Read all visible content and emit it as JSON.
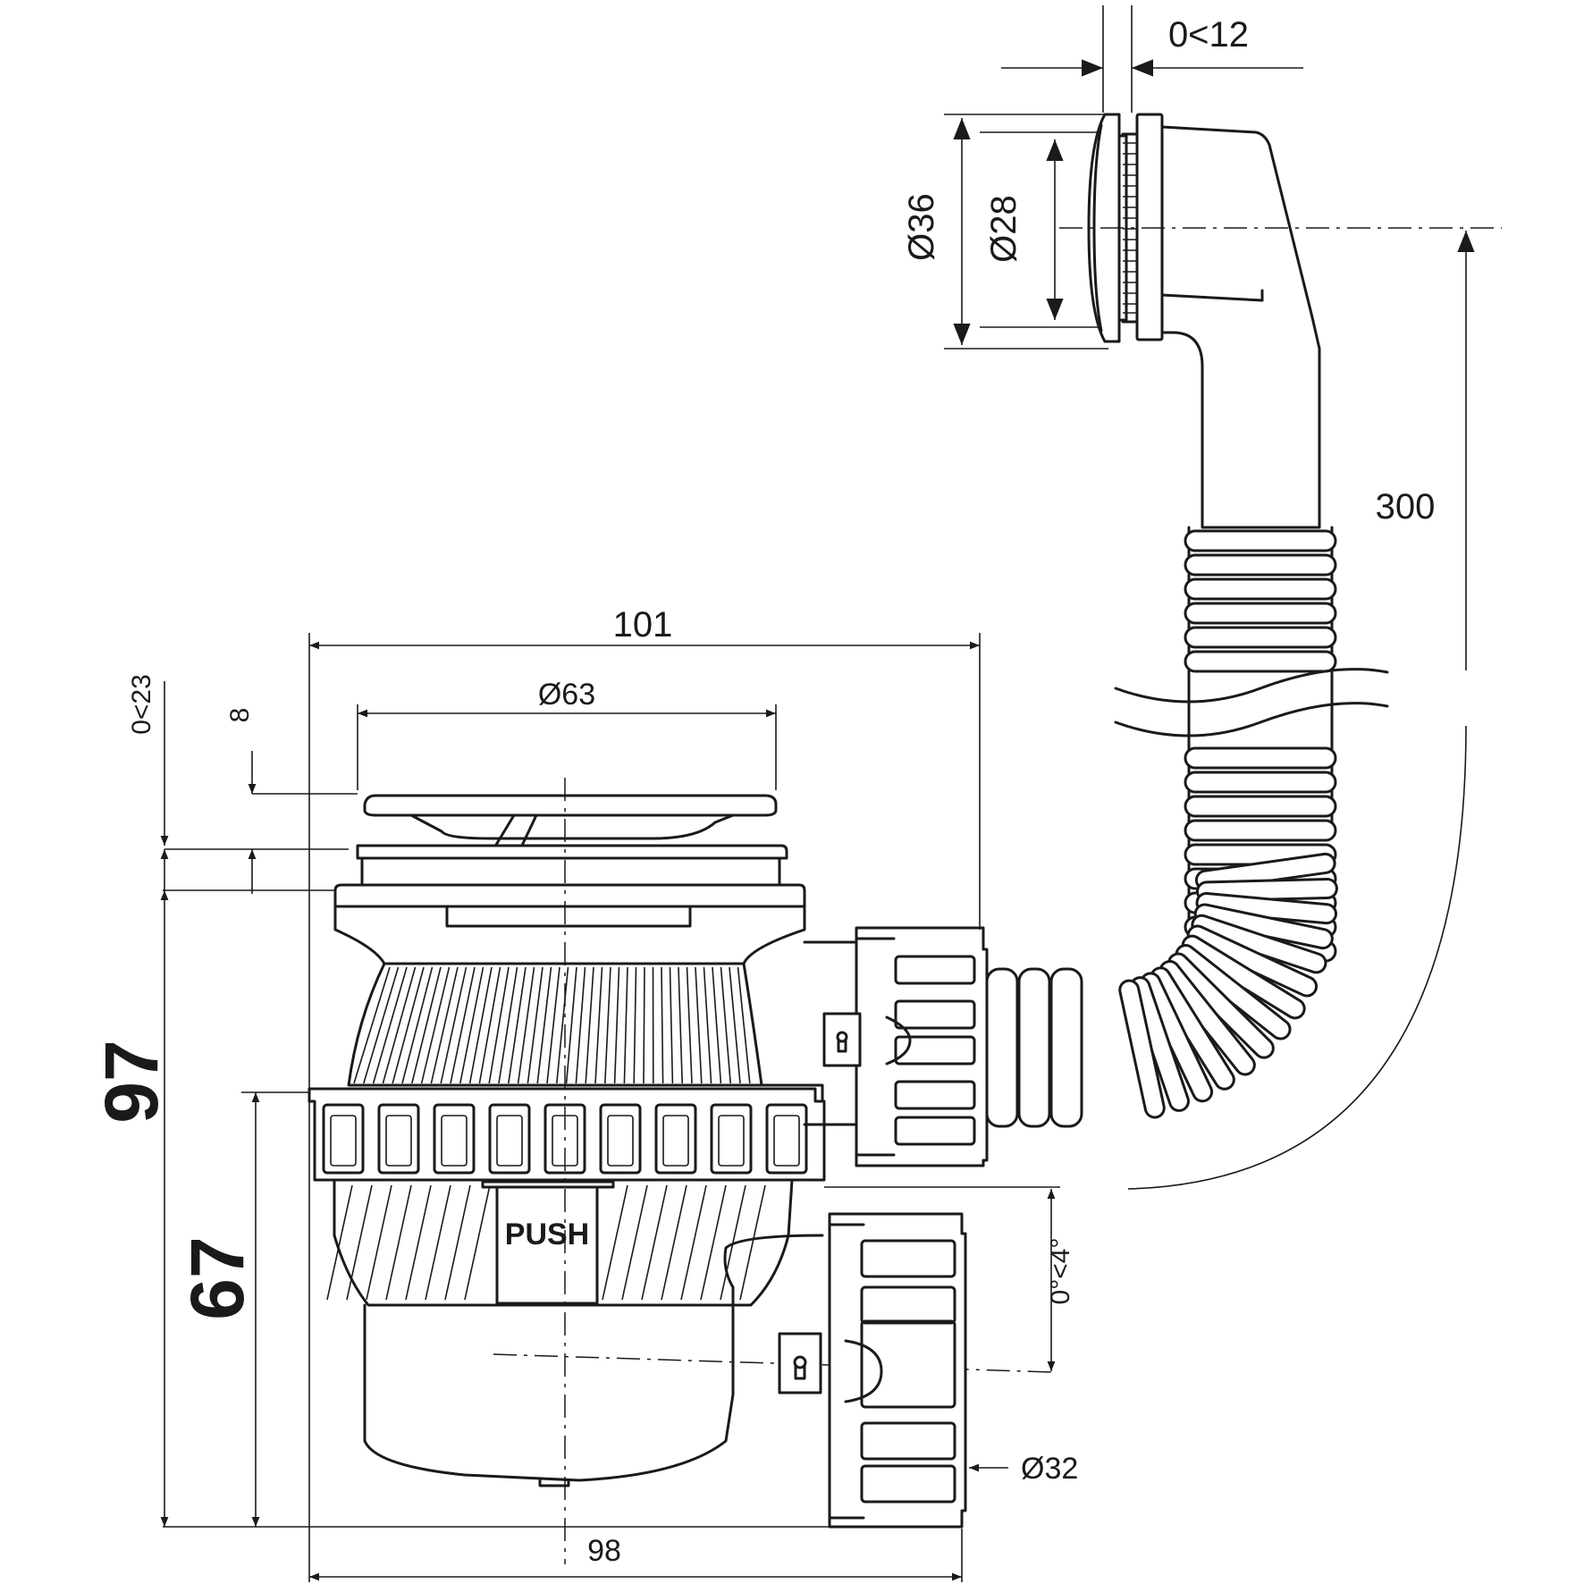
{
  "dimensions": {
    "overall_width_top": "101",
    "plug_diameter": "Ø63",
    "plug_lift": "0<23",
    "plug_thickness": "8",
    "total_height": "97",
    "body_height": "67",
    "outlet_angle": "0°<4°",
    "outlet_diameter": "Ø32",
    "overall_width_bottom": "98",
    "overflow_outer_diameter": "Ø36",
    "overflow_inner_diameter": "Ø28",
    "overflow_wall_thickness": "0<12",
    "hose_length": "300"
  },
  "labels": {
    "push_button": "PUSH"
  }
}
